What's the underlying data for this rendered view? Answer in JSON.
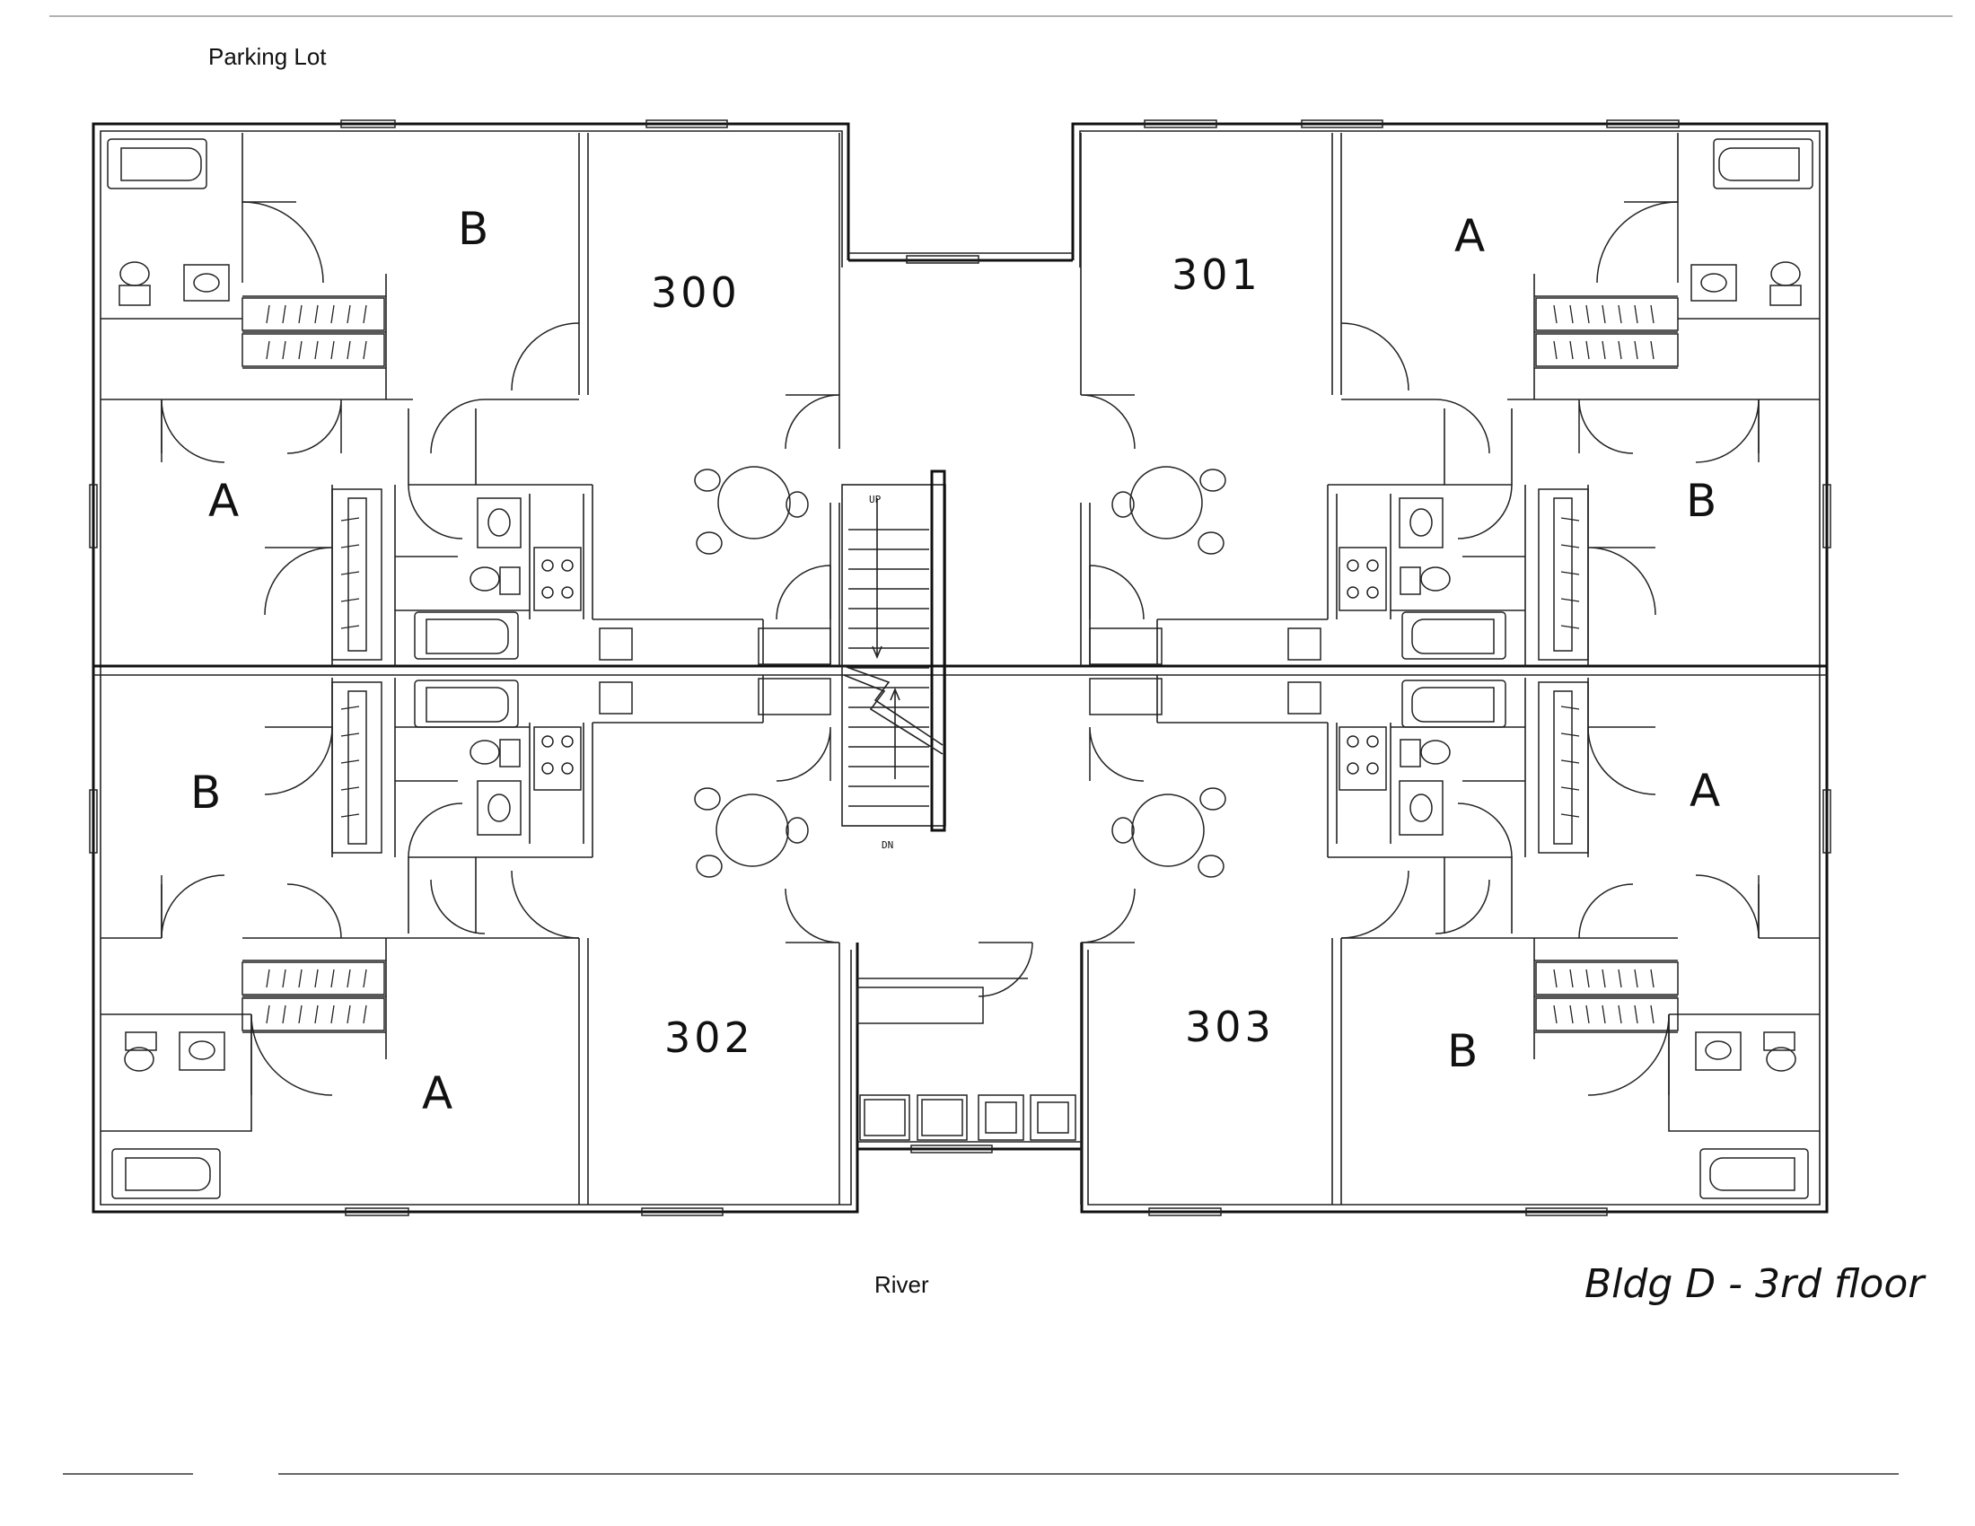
{
  "site": {
    "top_label": "Parking Lot",
    "bottom_label": "River",
    "title": "Bldg D - 3rd floor"
  },
  "units": [
    {
      "id": "unit-300",
      "number": "300",
      "bedrooms": [
        "B",
        "A"
      ]
    },
    {
      "id": "unit-301",
      "number": "301",
      "bedrooms": [
        "A",
        "B"
      ]
    },
    {
      "id": "unit-302",
      "number": "302",
      "bedrooms": [
        "B",
        "A"
      ]
    },
    {
      "id": "unit-303",
      "number": "303",
      "bedrooms": [
        "A",
        "B"
      ]
    }
  ],
  "stair": {
    "up_label": "UP",
    "down_label": "DN"
  }
}
